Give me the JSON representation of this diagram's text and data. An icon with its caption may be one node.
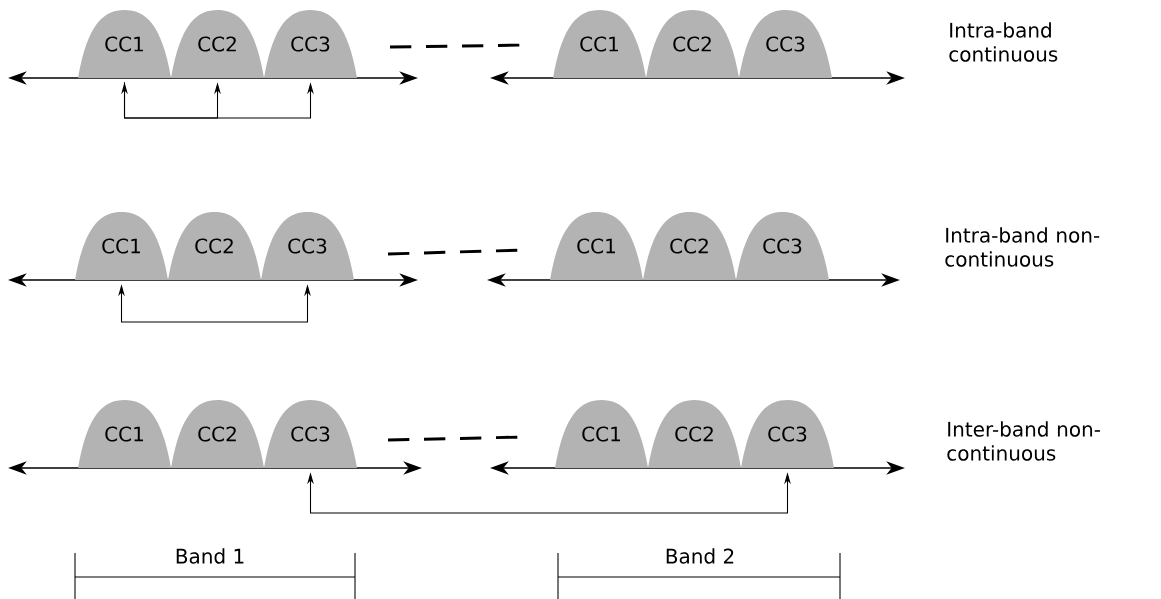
{
  "diagram": {
    "nodes": [
      {
        "text": [
          "CC1"
        ]
      },
      {
        "text": [
          "CC2"
        ]
      },
      {
        "text": [
          "CC3"
        ]
      },
      {
        "text": [
          "CC1"
        ]
      },
      {
        "text": [
          "CC2"
        ]
      },
      {
        "text": [
          "CC3"
        ]
      },
      {
        "text": [
          "CC1"
        ]
      },
      {
        "text": [
          "CC2"
        ]
      },
      {
        "text": [
          "CC3"
        ]
      },
      {
        "text": [
          "CC1"
        ]
      },
      {
        "text": [
          "CC2"
        ]
      },
      {
        "text": [
          "CC3"
        ]
      },
      {
        "text": [
          "CC1"
        ]
      },
      {
        "text": [
          "CC2"
        ]
      },
      {
        "text": [
          "CC3"
        ]
      },
      {
        "text": [
          "CC1"
        ]
      },
      {
        "text": [
          "CC2"
        ]
      },
      {
        "text": [
          "CC3"
        ]
      }
    ],
    "edges": [
      {
        "from": 0,
        "to": 2,
        "arrow": "both"
      },
      {
        "from": 0,
        "to": 1,
        "arrow": "to"
      },
      {
        "from": 6,
        "to": 8,
        "arrow": "both"
      },
      {
        "from": 14,
        "to": 17,
        "arrow": "both"
      }
    ],
    "labels": [
      "Intra-band continuous",
      "Intra-band non-continuous",
      "Inter-band non-continuous",
      "Band 1",
      "Band 2"
    ]
  }
}
